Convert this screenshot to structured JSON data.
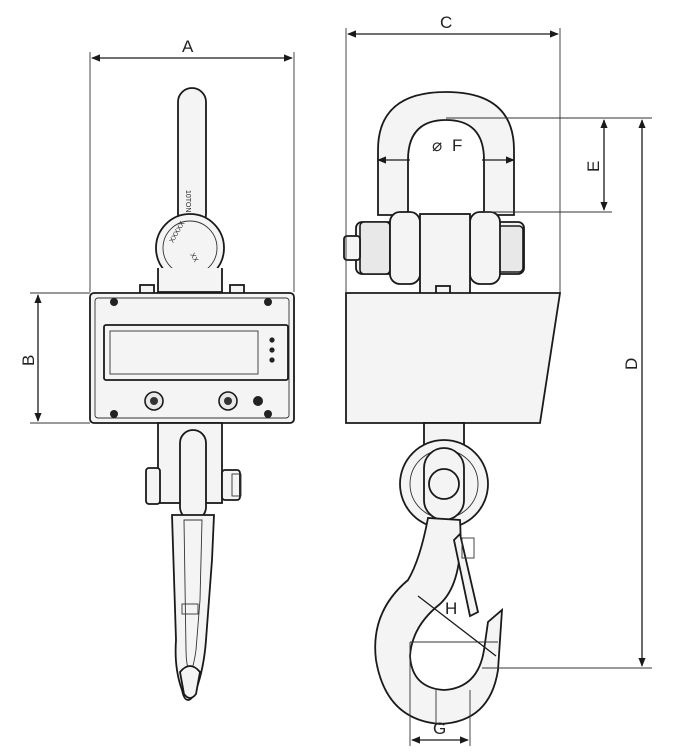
{
  "dimensions": {
    "a": "A",
    "b": "B",
    "c": "C",
    "d": "D",
    "e": "E",
    "f": "F",
    "f_symbol": "⌀",
    "g": "G",
    "h": "H"
  },
  "front_view": {
    "shackle_mark": "10TON",
    "shackle_mark_2": "XXXXX",
    "shackle_mark_3": "XX"
  }
}
